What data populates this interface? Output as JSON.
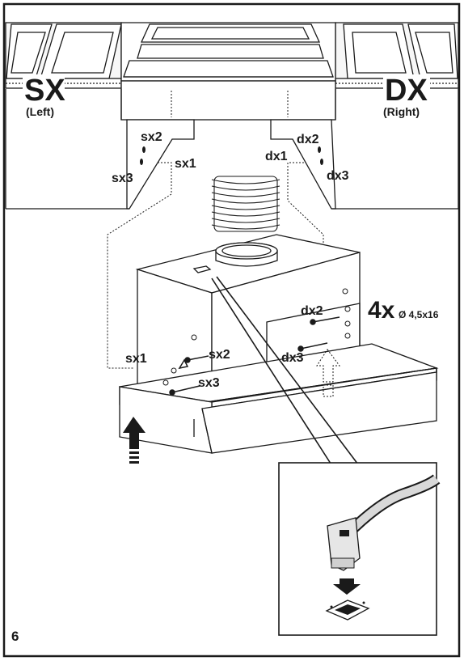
{
  "sides": {
    "left": {
      "code": "SX",
      "name": "(Left)"
    },
    "right": {
      "code": "DX",
      "name": "(Right)"
    }
  },
  "screws": {
    "sx1": "sx1",
    "sx2": "sx2",
    "sx3": "sx3",
    "dx1": "dx1",
    "dx2": "dx2",
    "dx3": "dx3"
  },
  "fixings": {
    "quantity": "4x",
    "spec": "Ø 4,5x16"
  },
  "page_number": "6"
}
